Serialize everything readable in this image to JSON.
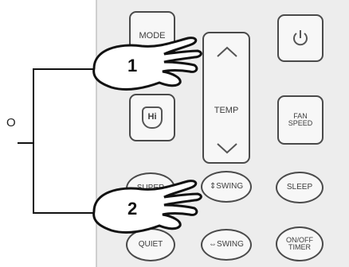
{
  "left_marker": "O",
  "callouts": [
    {
      "number": "1"
    },
    {
      "number": "2"
    }
  ],
  "remote": {
    "mode_label": "MODE",
    "temp_label": "TEMP",
    "hi_label": "Hi",
    "fan_speed_label": "FAN SPEED",
    "super_label": "SUPER",
    "vswing_label": "⇕SWING",
    "sleep_label": "SLEEP",
    "quiet_label": "QUIET",
    "hswing_label": "⇔SWING",
    "timer_label": "ON/OFF TIMER",
    "power_icon": "power-icon",
    "up_icon": "chevron-up-icon",
    "down_icon": "chevron-down-icon"
  }
}
